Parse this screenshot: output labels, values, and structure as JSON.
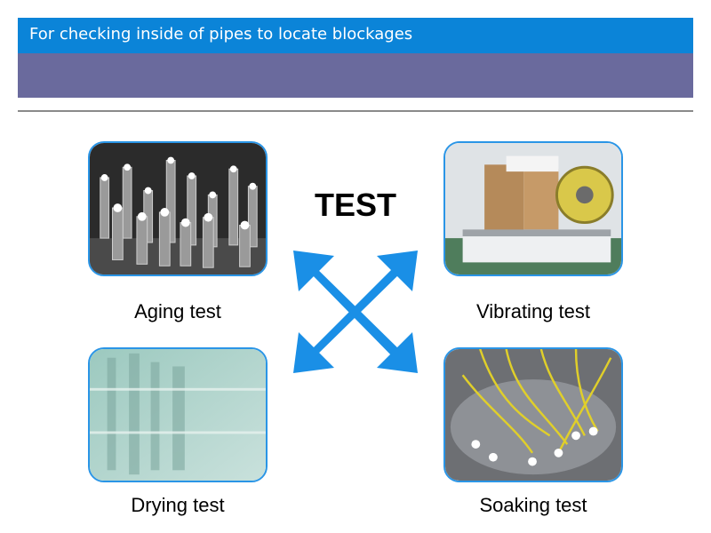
{
  "header": {
    "title": "For checking inside of pipes to locate blockages",
    "title_bar_color": "#0b84d8",
    "sub_bar_color": "#6a6a9d"
  },
  "center": {
    "heading": "TEST",
    "icon": "four-way-arrows-icon",
    "icon_color": "#1a8fe6"
  },
  "tests": [
    {
      "label": "Aging test",
      "image": "aging-test-photo"
    },
    {
      "label": "Vibrating test",
      "image": "vibrating-test-photo"
    },
    {
      "label": "Drying test",
      "image": "drying-test-photo"
    },
    {
      "label": "Soaking test",
      "image": "soaking-test-photo"
    }
  ],
  "accent_border_color": "#2a95e6"
}
